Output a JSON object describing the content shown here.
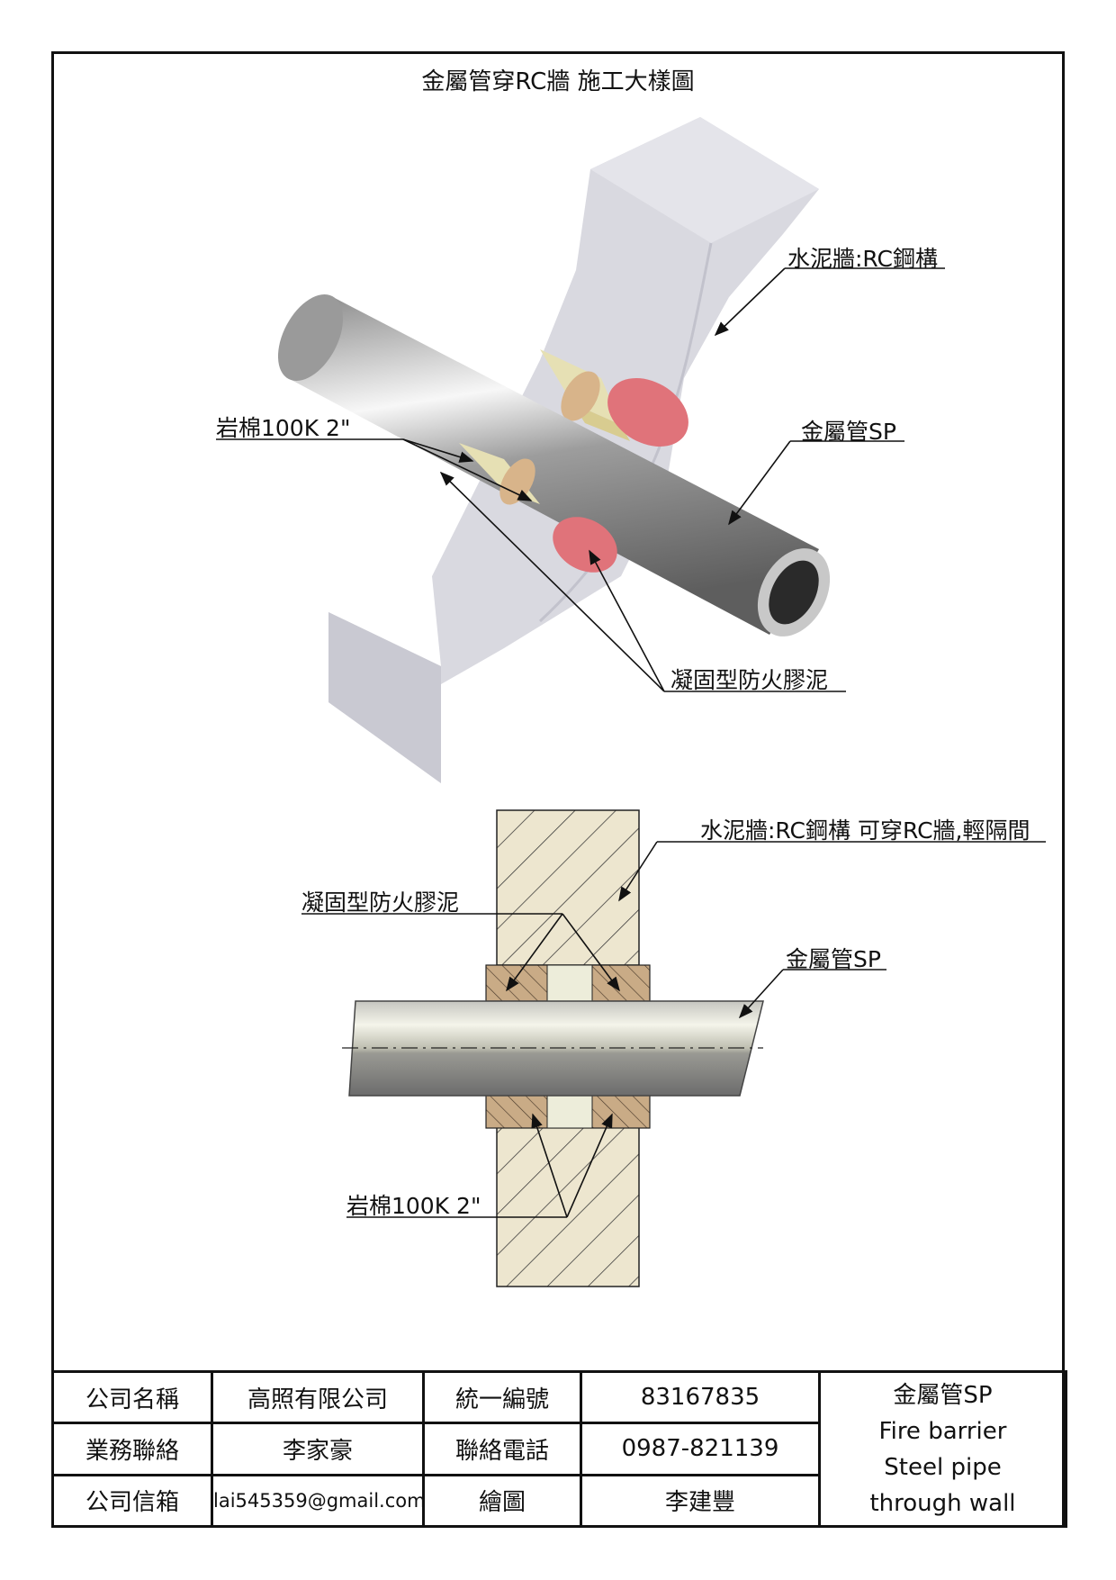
{
  "title": "金屬管穿RC牆 施工大樣圖",
  "iso_view": {
    "labels": {
      "wall": "水泥牆:RC鋼構",
      "pipe": "金屬管SP",
      "rockwool": "岩棉100K 2\"",
      "mortar": "凝固型防火膠泥"
    }
  },
  "section_view": {
    "labels": {
      "wall": "水泥牆:RC鋼構 可穿RC牆,輕隔間",
      "pipe": "金屬管SP",
      "mortar": "凝固型防火膠泥",
      "rockwool": "岩棉100K 2\""
    }
  },
  "title_block": {
    "rows": [
      {
        "label1": "公司名稱",
        "value1": "高照有限公司",
        "label2": "統一編號",
        "value2": "83167835"
      },
      {
        "label1": "業務聯絡",
        "value1": "李家豪",
        "label2": "聯絡電話",
        "value2": "0987-821139"
      },
      {
        "label1": "公司信箱",
        "value1": "lai545359@gmail.com",
        "label2": "繪圖",
        "value2": "李建豐"
      }
    ],
    "description": [
      "金屬管SP",
      "Fire barrier",
      "Steel pipe",
      "through wall"
    ]
  },
  "colors": {
    "wall_gray": "#d9d9e0",
    "rockwool_yellow": "#e6e0b4",
    "mortar_red": "#e0737a",
    "steel": "#b5b5b5",
    "section_fill": "#ede6cf",
    "collar_brown": "#c9ab86"
  }
}
